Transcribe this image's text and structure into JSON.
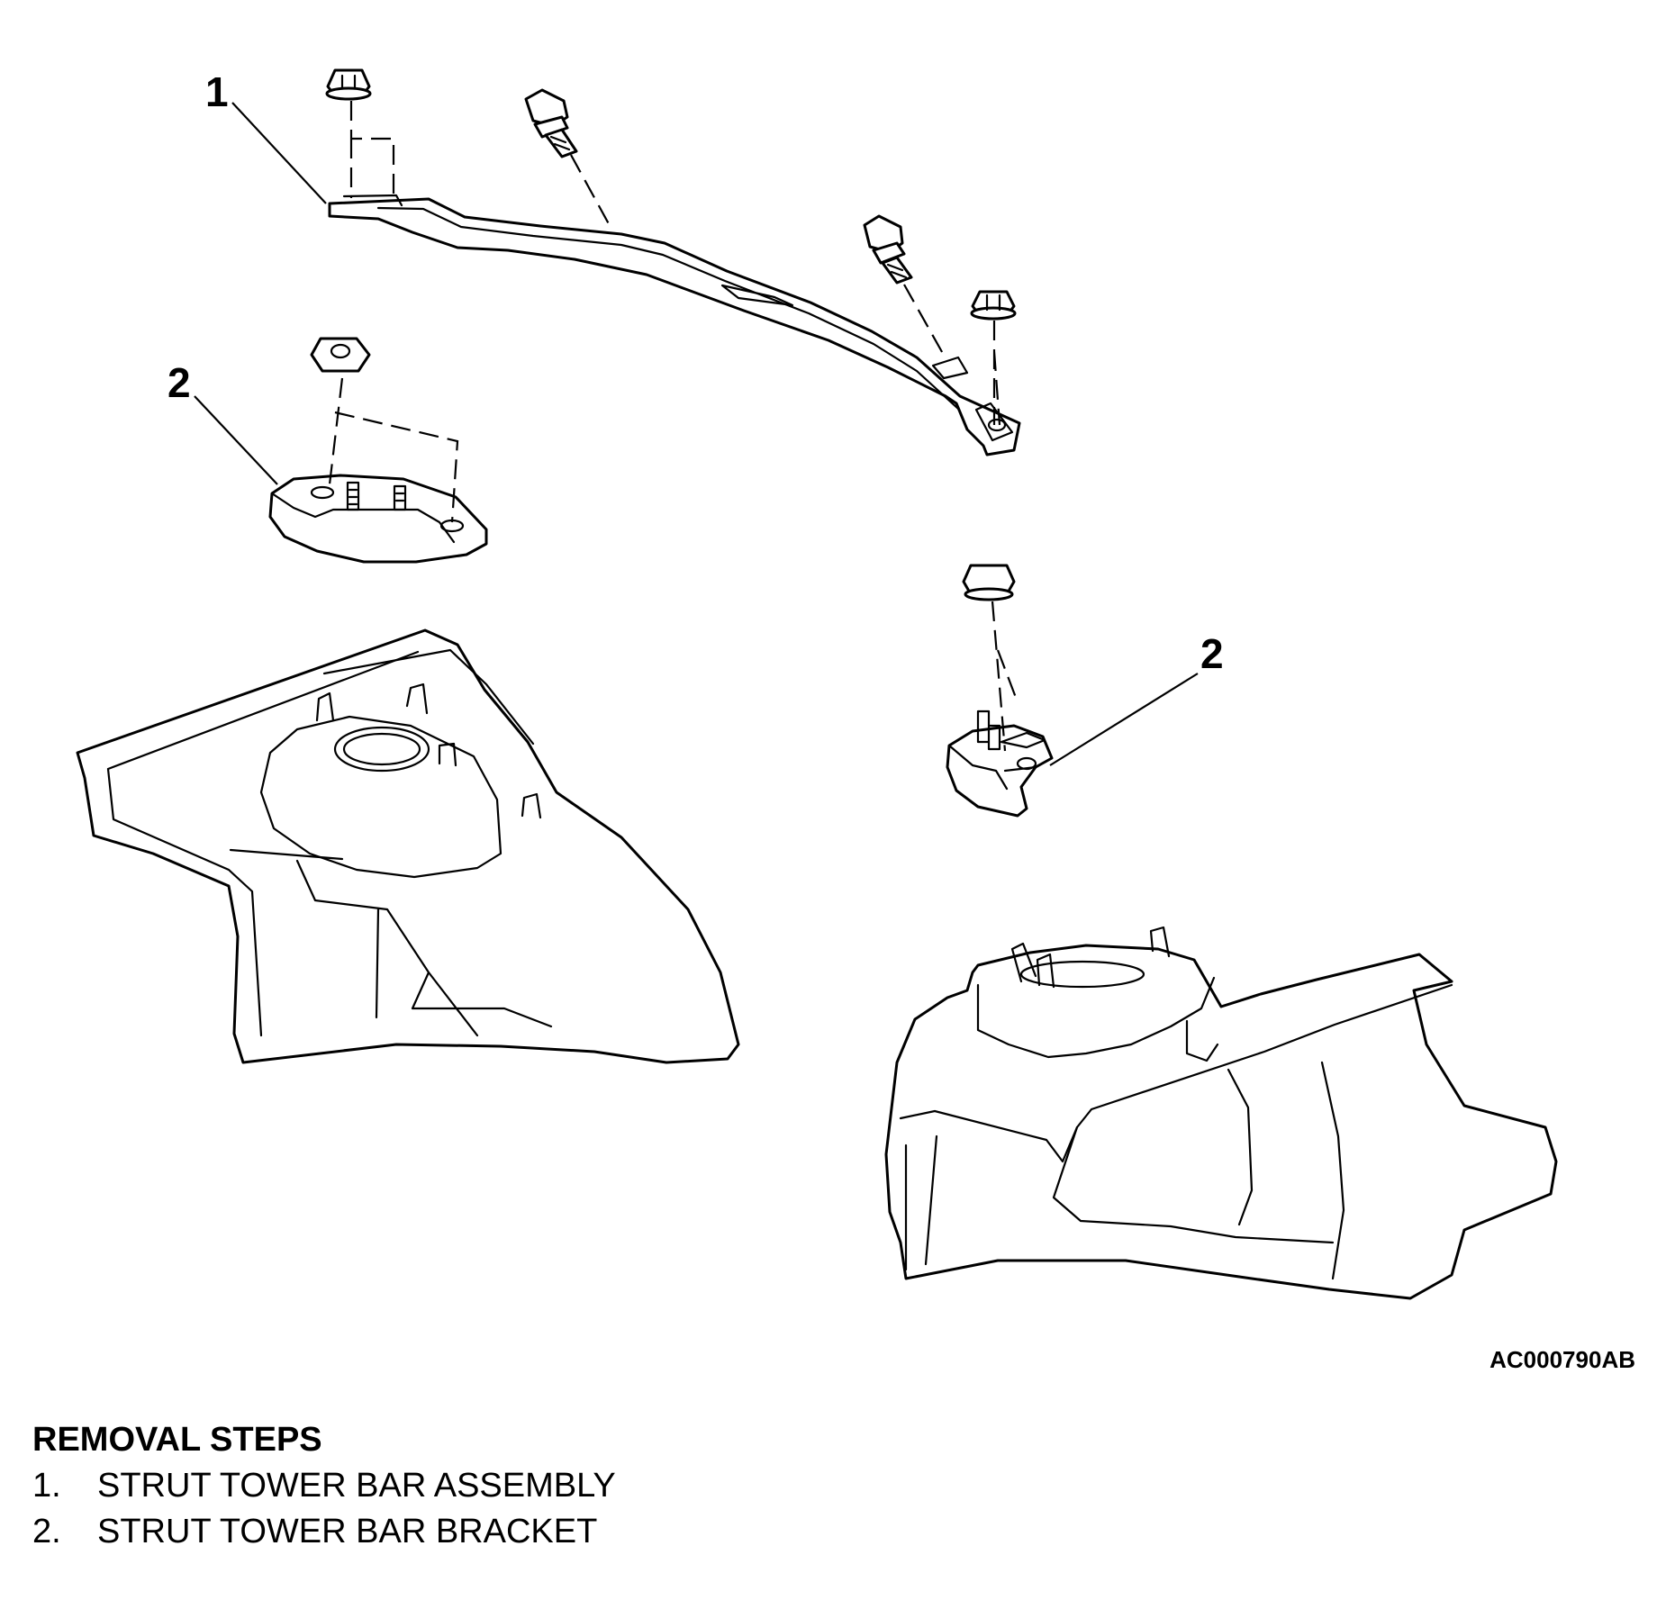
{
  "callouts": {
    "bar": "1",
    "bracket_left": "2",
    "bracket_right": "2"
  },
  "figure_code": "AC000790AB",
  "removal": {
    "title": "REMOVAL STEPS",
    "steps": [
      {
        "num": "1.",
        "text": "STRUT TOWER BAR ASSEMBLY"
      },
      {
        "num": "2.",
        "text": "STRUT TOWER BAR BRACKET"
      }
    ]
  }
}
